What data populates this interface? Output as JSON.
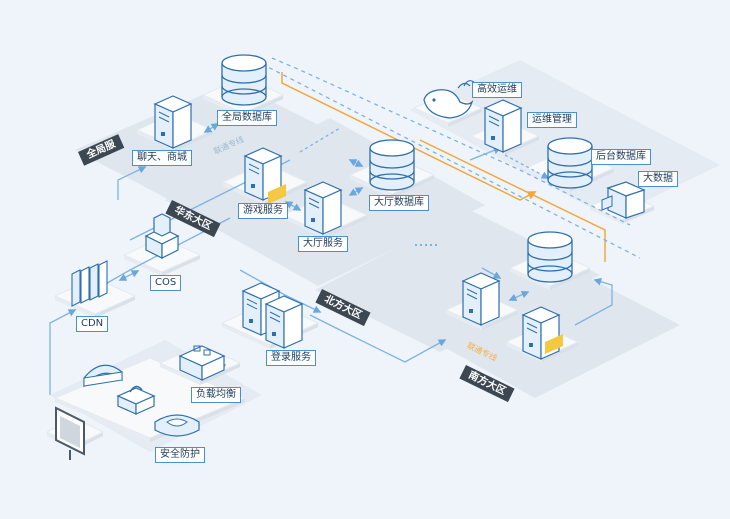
{
  "colors": {
    "background": "#eef4fa",
    "platform": "#dfe6ee",
    "tile": "#f7f9fb",
    "icon_stroke": "#2f6fae",
    "icon_face": "#e3f0fb",
    "icon_top": "#ffffff",
    "link": "#7db3e4",
    "backbone": "#f0a83a",
    "zone_label": "#3d4752",
    "label_border": "#4a8fd0"
  },
  "nodes": {
    "security": "安全防护",
    "load_balancing": "负载均衡",
    "cdn": "CDN",
    "cos": "COS",
    "login_service": "登录服务",
    "chat_mall": "聊天、商城",
    "global_db": "全局数据库",
    "game_service": "游戏服务",
    "hall_service": "大厅服务",
    "hall_db": "大厅数据库",
    "ops_high_efficiency": "高效运维",
    "ops_management": "运维管理",
    "backend_db": "后台数据库",
    "big_data": "大数据"
  },
  "zones": {
    "global": "全局服",
    "east_china": "华东大区",
    "north": "北方大区",
    "south": "南方大区"
  },
  "connectors": {
    "dedicated_line_1": "联通专线",
    "dedicated_line_2": "联通专线"
  },
  "icons": {
    "monitor": "monitor-icon",
    "shield": "shield-icon",
    "load_balancer": "load-balancer-icon",
    "cdn": "cdn-icon",
    "cos": "cos-storage-icon",
    "server": "server-icon",
    "database": "database-icon",
    "whale": "whale-icon",
    "big_data": "big-data-icon"
  }
}
